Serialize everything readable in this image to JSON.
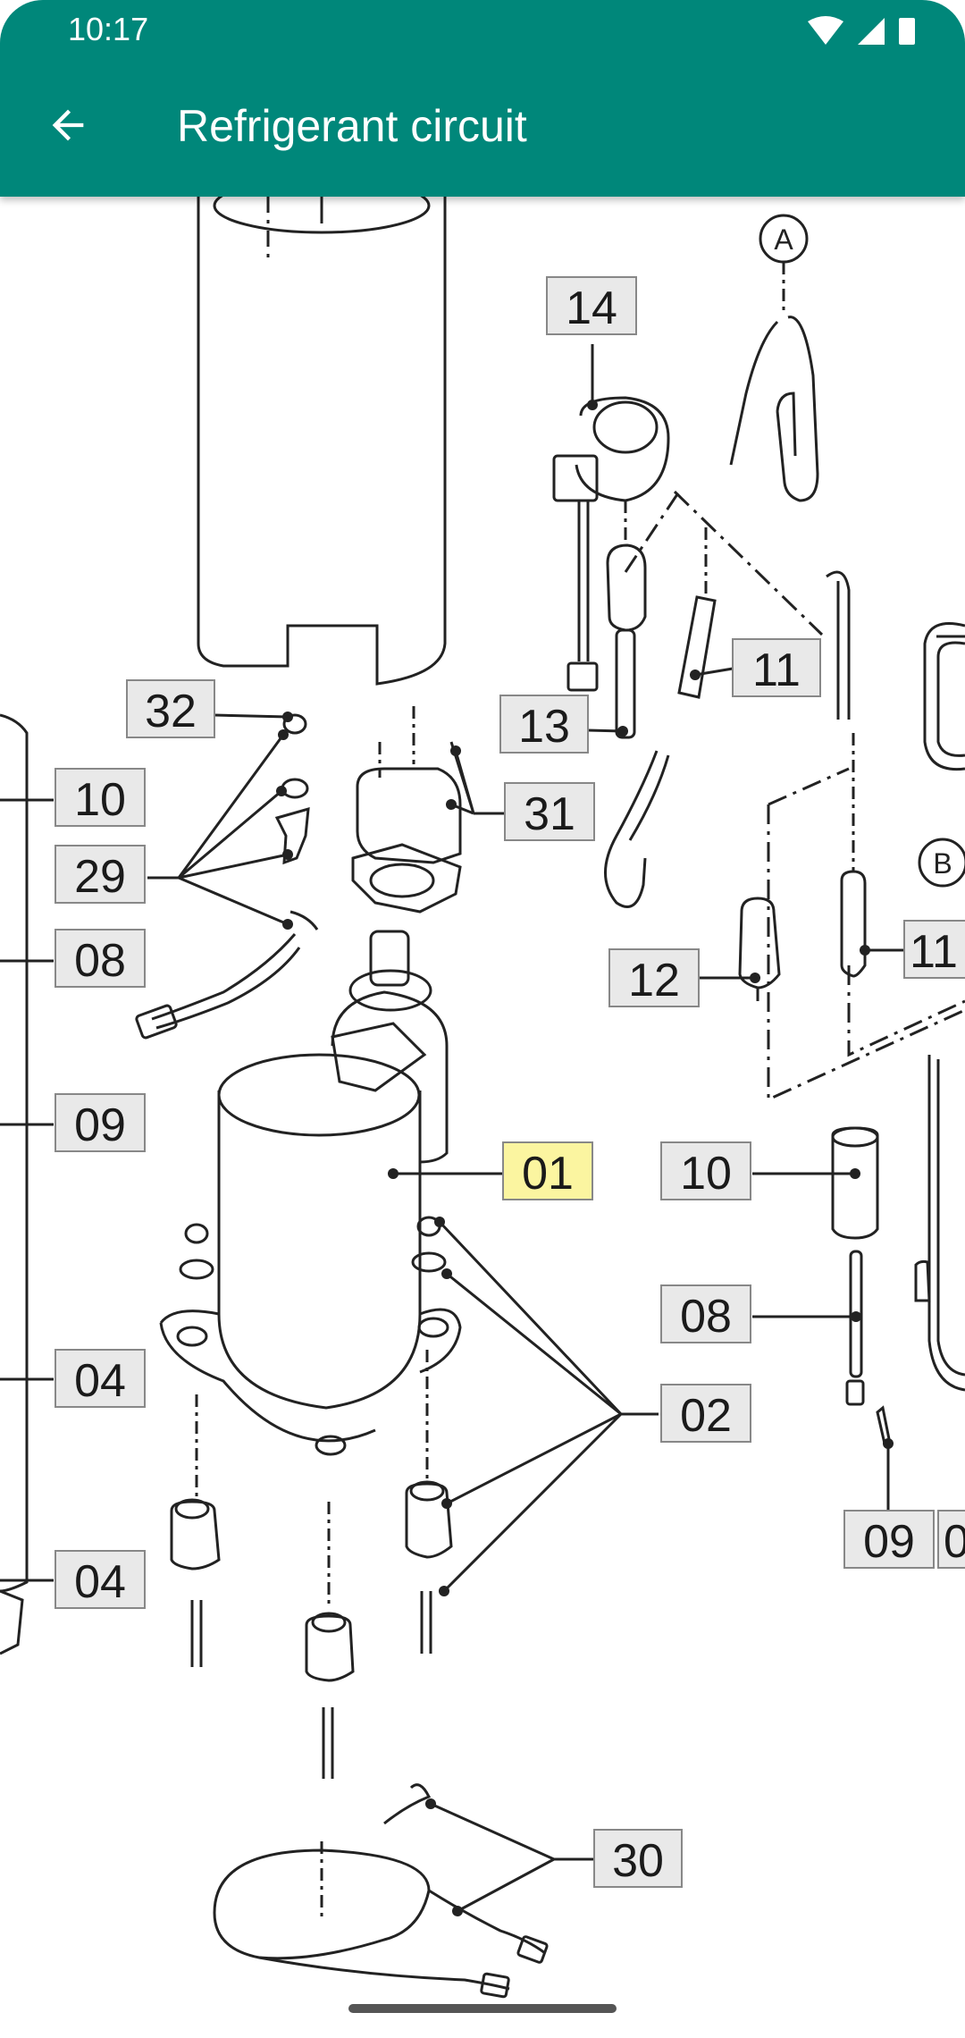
{
  "status_bar": {
    "time": "10:17"
  },
  "app_bar": {
    "title": "Refrigerant circuit",
    "back_icon": "arrow-back-icon"
  },
  "diagram": {
    "part_labels": [
      "14",
      "11",
      "32",
      "13",
      "10",
      "31",
      "29",
      "08",
      "12",
      "11",
      "09",
      "01",
      "10",
      "08",
      "04",
      "02",
      "04",
      "09",
      "0",
      "30"
    ],
    "highlighted_part": "01",
    "circle_refs": [
      "A",
      "B"
    ],
    "highlight_color": "#fbf5a0"
  }
}
